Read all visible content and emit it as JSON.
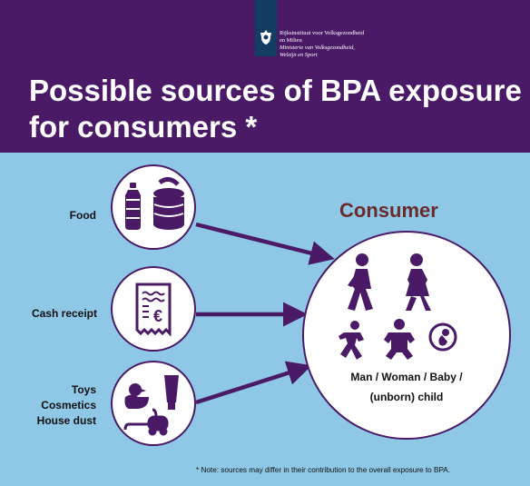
{
  "header": {
    "ministry_lines": [
      "Rijksinstituut voor Volksgezondheid",
      "en Milieu",
      "Ministerie van Volksgezondheid,",
      "Welzijn en Sport"
    ],
    "title_lines": [
      "Possible sources of BPA exposure",
      "for consumers *"
    ]
  },
  "sources": [
    {
      "lines": [
        "Food"
      ],
      "icons": [
        "bottle-icon",
        "can-icon"
      ]
    },
    {
      "lines": [
        "Cash receipt"
      ],
      "icons": [
        "receipt-euro-icon"
      ]
    },
    {
      "lines": [
        "Toys",
        "Cosmetics",
        "House dust"
      ],
      "icons": [
        "duck-toy-icon",
        "tube-icon",
        "vacuum-cleaner-icon"
      ]
    }
  ],
  "consumer": {
    "title": "Consumer",
    "text_lines": [
      "Man / Woman / Baby /",
      "(unborn) child"
    ],
    "icons": [
      "man-icon",
      "woman-icon",
      "child-icon",
      "baby-icon",
      "fetus-icon"
    ]
  },
  "note": "* Note: sources may differ in their contribution to the overall exposure to BPA.",
  "colors": {
    "header": "#4a1a67",
    "background": "#8ec8e6",
    "accent": "#4a1a67",
    "consumer_title": "#6b2b2b"
  }
}
